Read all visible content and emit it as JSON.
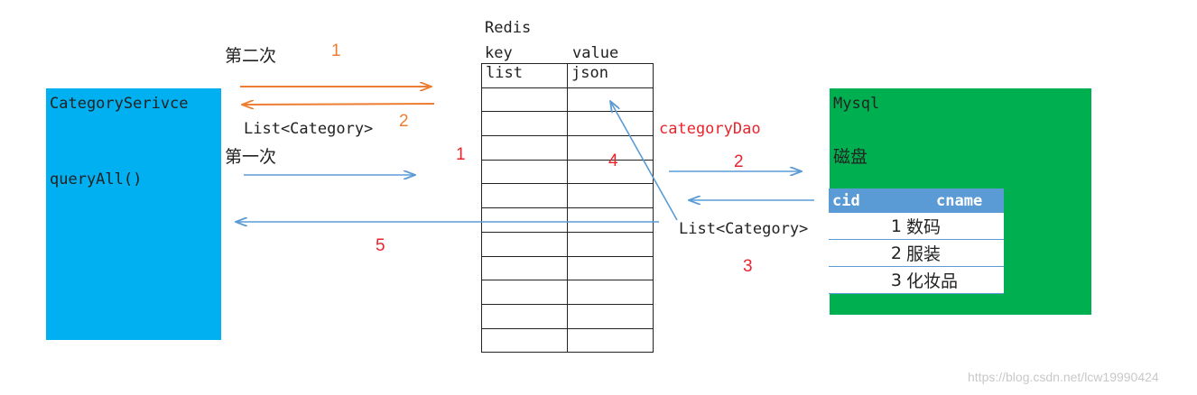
{
  "service": {
    "name": "CategorySerivce",
    "method": "queryAll()"
  },
  "redis": {
    "title": "Redis",
    "header": [
      "key",
      "value"
    ],
    "rows": [
      [
        "list",
        "json"
      ],
      [
        "",
        ""
      ],
      [
        "",
        ""
      ],
      [
        "",
        ""
      ],
      [
        "",
        ""
      ],
      [
        "",
        ""
      ],
      [
        "",
        ""
      ],
      [
        "",
        ""
      ],
      [
        "",
        ""
      ],
      [
        "",
        ""
      ],
      [
        "",
        ""
      ],
      [
        "",
        ""
      ]
    ]
  },
  "mysql": {
    "title": "Mysql",
    "storage": "磁盘",
    "table": {
      "headers": [
        "cid",
        "cname"
      ],
      "rows": [
        [
          "1",
          "数码"
        ],
        [
          "2",
          "服装"
        ],
        [
          "3",
          "化妆品"
        ]
      ]
    }
  },
  "labels": {
    "second_time": "第二次",
    "first_time": "第一次",
    "list_category_top": "List<Category>",
    "list_category_right": "List<Category>",
    "category_dao": "categoryDao",
    "step_orange_1": "1",
    "step_orange_2": "2",
    "step_red_1": "1",
    "step_red_2": "2",
    "step_red_3": "3",
    "step_red_4": "4",
    "step_red_5": "5"
  },
  "colors": {
    "service_box": "#00b0f0",
    "mysql_box": "#00b050",
    "table_header": "#5b9bd5",
    "arrow_orange": "#ed7d31",
    "arrow_blue": "#5b9bd5",
    "step_red": "#e8242c"
  },
  "watermark": "https://blog.csdn.net/lcw19990424"
}
